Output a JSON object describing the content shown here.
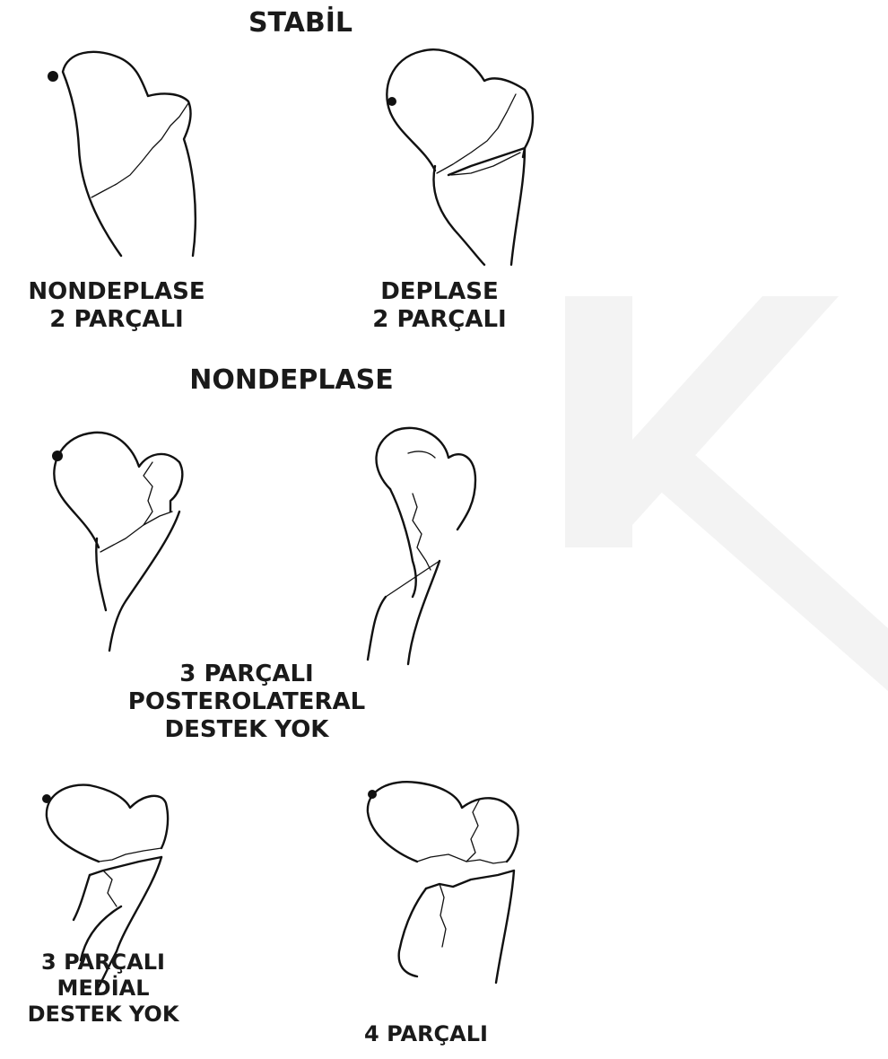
{
  "headings": {
    "stable": "STABİL",
    "nondisplaced": "NONDEPLASE"
  },
  "labels": {
    "nondisplaced_2part": [
      "NONDEPLASE",
      "2 PARÇALI"
    ],
    "displaced_2part": [
      "DEPLASE",
      "2 PARÇALI"
    ],
    "three_part_posterolateral": [
      "3 PARÇALI",
      "POSTEROLATERAL",
      "DESTEK YOK"
    ],
    "three_part_medial": [
      "3 PARÇALI",
      "MEDİAL",
      "DESTEK YOK"
    ],
    "four_part": [
      "4 PARÇALI"
    ]
  },
  "colors": {
    "ink": "#111111",
    "watermark": "#f2f2f2",
    "background": "#ffffff"
  }
}
